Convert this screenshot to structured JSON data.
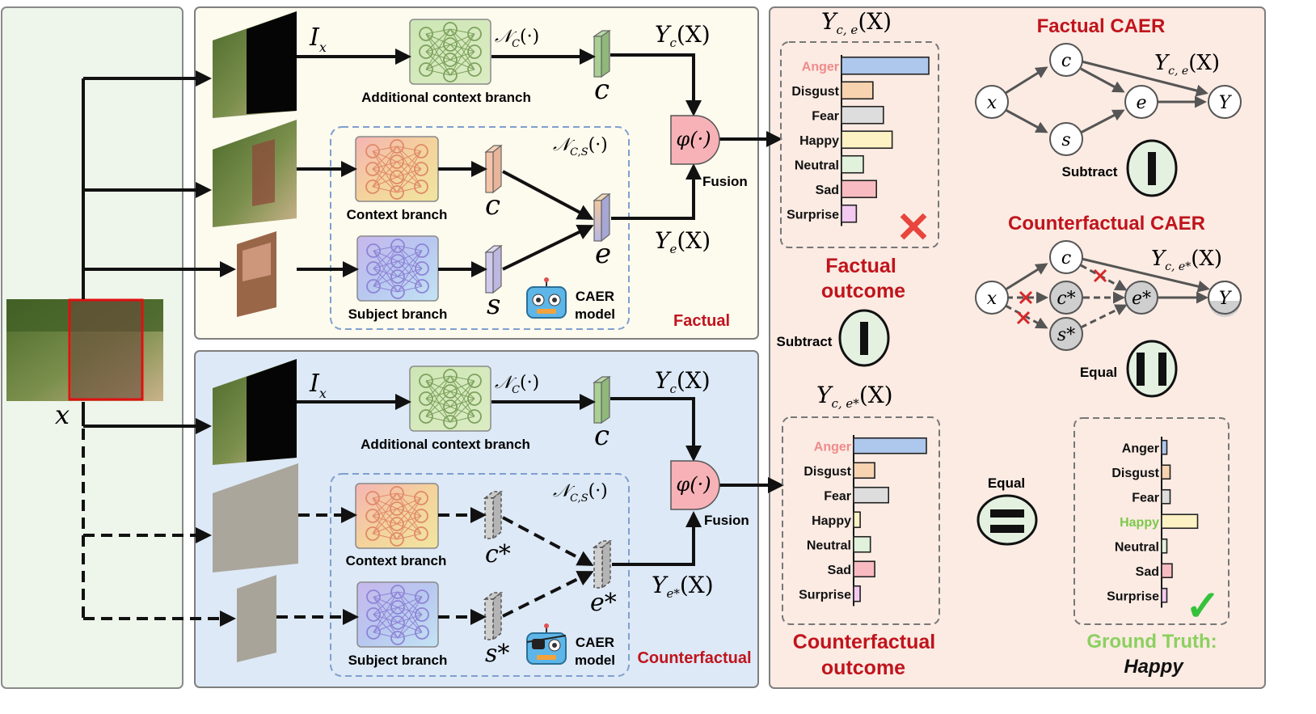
{
  "input": {
    "label": "x"
  },
  "factual_panel": {
    "title": "Factual",
    "ix_label": "I",
    "ix_sub": "x",
    "nc_label": "𝒩",
    "nc_sub": "C",
    "nc_arg": "(·)",
    "ncs_label": "𝒩",
    "ncs_sub": "C,S",
    "ncs_arg": "(·)",
    "additional_branch": "Additional context branch",
    "context_branch": "Context branch",
    "subject_branch": "Subject branch",
    "feat_c_top": "c",
    "feat_c": "c",
    "feat_s": "s",
    "feat_e": "e",
    "yc_label": "Y",
    "yc_sub": "c",
    "yc_arg": "(X)",
    "ye_label": "Y",
    "ye_sub": "e",
    "ye_arg": "(X)",
    "phi": "φ(·)",
    "fusion": "Fusion",
    "caer_line1": "CAER",
    "caer_line2": "model"
  },
  "counterfactual_panel": {
    "title": "Counterfactual",
    "ix_label": "I",
    "ix_sub": "x",
    "nc_label": "𝒩",
    "nc_sub": "C",
    "nc_arg": "(·)",
    "ncs_label": "𝒩",
    "ncs_sub": "C,S",
    "ncs_arg": "(·)",
    "additional_branch": "Additional context branch",
    "context_branch": "Context branch",
    "subject_branch": "Subject branch",
    "feat_c_top": "c",
    "feat_c": "c*",
    "feat_s": "s*",
    "feat_e": "e*",
    "yc_label": "Y",
    "yc_sub": "c",
    "yc_arg": "(X)",
    "ye_label": "Y",
    "ye_sub": "e*",
    "ye_arg": "(X)",
    "phi": "φ(·)",
    "fusion": "Fusion",
    "caer_line1": "CAER",
    "caer_line2": "model"
  },
  "outcome_factual": {
    "title_main": "Y",
    "title_sub": "c, e",
    "title_arg": "(X)",
    "caption_line1": "Factual",
    "caption_line2": "outcome",
    "mark": "✕"
  },
  "outcome_counterfactual": {
    "title_main": "Y",
    "title_sub": "c, e*",
    "title_arg": "(X)",
    "caption_line1": "Counterfactual",
    "caption_line2": "outcome"
  },
  "ground_truth": {
    "caption_line1": "Ground Truth:",
    "caption_line2": "Happy",
    "mark": "✓"
  },
  "operators": {
    "subtract_left": "Subtract",
    "subtract_right": "Subtract",
    "equal_mid": "Equal",
    "equal_right": "Equal"
  },
  "graphs": {
    "factual_title": "Factual CAER",
    "counterfactual_title": "Counterfactual CAER",
    "factual_y_label": "Y",
    "factual_y_sub": "c, e",
    "factual_y_arg": "(X)",
    "counter_y_label": "Y",
    "counter_y_sub": "c, e*",
    "counter_y_arg": "(X)",
    "factual_nodes": {
      "x": "x",
      "c": "c",
      "s": "s",
      "e": "e",
      "y": "Y"
    },
    "counter_nodes": {
      "x": "x",
      "c": "c",
      "cstar": "c*",
      "sstar": "s*",
      "estar": "e*",
      "y": "Y"
    }
  },
  "colors": {
    "anger": "#aec7ec",
    "disgust": "#f8d3b0",
    "fear": "#dddddd",
    "happy": "#fcf2c4",
    "neutral": "#e0f1dc",
    "sad": "#f8bbc1",
    "surprise": "#f3c9f1",
    "red_text": "#c0141c",
    "green_text": "#7dc84a",
    "factual_bg": "#fdfaee",
    "counter_bg": "#dde9f6",
    "outcome_bg": "#fbebe3",
    "input_bg": "#eef5ea"
  },
  "chart_data": [
    {
      "type": "bar",
      "orientation": "horizontal",
      "title": "Y_{c,e}(X)",
      "categories": [
        "Anger",
        "Disgust",
        "Fear",
        "Happy",
        "Neutral",
        "Sad",
        "Surprise"
      ],
      "values": [
        1.0,
        0.36,
        0.48,
        0.58,
        0.25,
        0.4,
        0.17
      ],
      "highlight": "Anger"
    },
    {
      "type": "bar",
      "orientation": "horizontal",
      "title": "Y_{c,e*}(X)",
      "categories": [
        "Anger",
        "Disgust",
        "Fear",
        "Happy",
        "Neutral",
        "Sad",
        "Surprise"
      ],
      "values": [
        1.0,
        0.29,
        0.48,
        0.09,
        0.23,
        0.29,
        0.09
      ],
      "highlight": "Anger"
    },
    {
      "type": "bar",
      "orientation": "horizontal",
      "title": "",
      "categories": [
        "Anger",
        "Disgust",
        "Fear",
        "Happy",
        "Neutral",
        "Sad",
        "Surprise"
      ],
      "values": [
        0.13,
        0.21,
        0.21,
        0.89,
        0.13,
        0.26,
        0.13
      ],
      "highlight": "Happy"
    }
  ]
}
